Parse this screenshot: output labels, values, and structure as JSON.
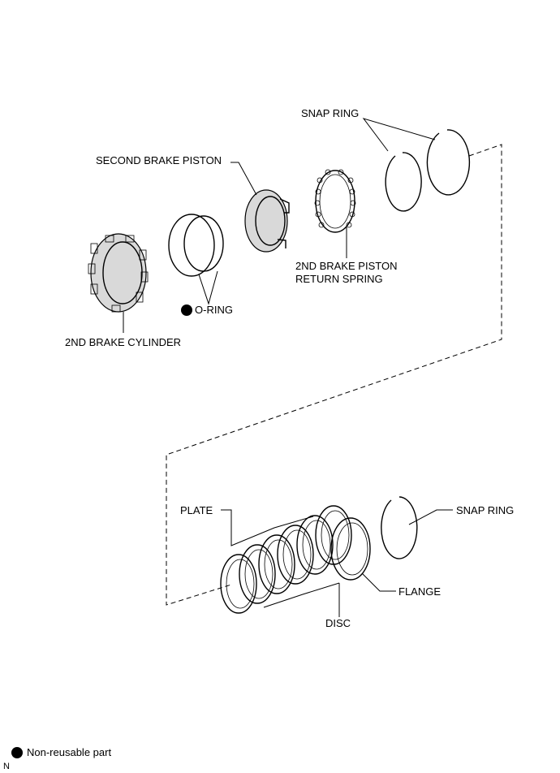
{
  "labels": {
    "snap_ring_top": "SNAP RING",
    "second_brake_piston": "SECOND BRAKE PISTON",
    "return_spring_line1": "2ND BRAKE PISTON",
    "return_spring_line2": "RETURN SPRING",
    "o_ring": "O-RING",
    "brake_cylinder": "2ND BRAKE CYLINDER",
    "plate": "PLATE",
    "snap_ring_bottom": "SNAP RING",
    "flange": "FLANGE",
    "disc": "DISC"
  },
  "legend": {
    "non_reusable": "Non-reusable part"
  },
  "corner_mark": "N"
}
